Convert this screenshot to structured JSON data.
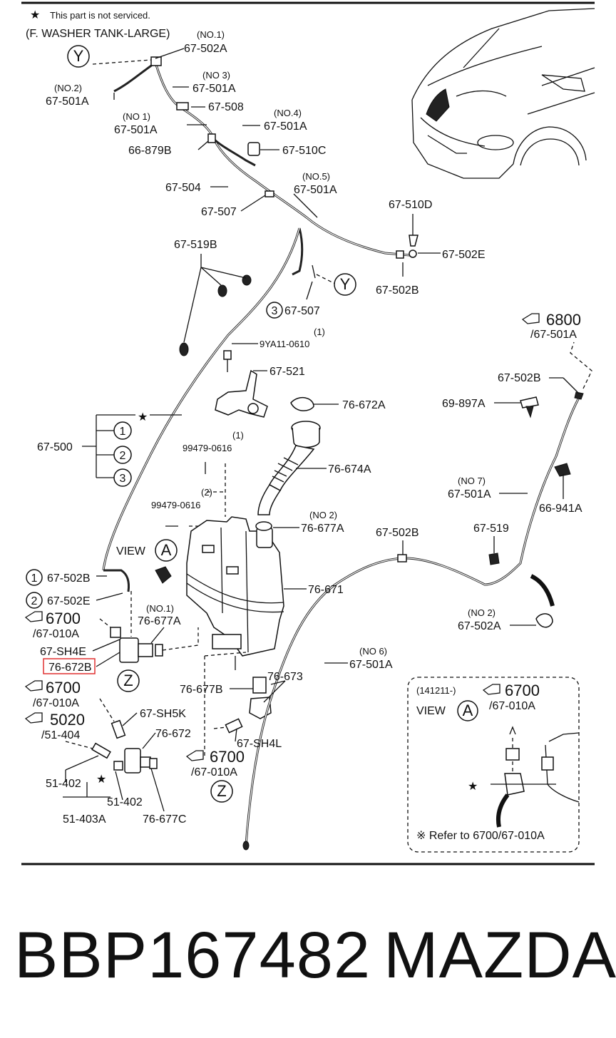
{
  "header": {
    "star_note": "This part is not serviced.",
    "tank_title": "(F. WASHER TANK-LARGE)"
  },
  "labels": {
    "no1_top": "(NO.1)",
    "p67_502A": "67-502A",
    "no2_left": "(NO.2)",
    "p67_501A_a": "67-501A",
    "no3": "(NO 3)",
    "p67_501A_b": "67-501A",
    "p67_508": "67-508",
    "no1_mid": "(NO 1)",
    "p67_501A_c": "67-501A",
    "no4": "(NO.4)",
    "p67_501A_d": "67-501A",
    "p66_879B": "66-879B",
    "p67_510C": "67-510C",
    "p67_504": "67-504",
    "no5": "(NO.5)",
    "p67_501A_e": "67-501A",
    "p67_507": "67-507",
    "p67_510D": "67-510D",
    "p67_502E": "67-502E",
    "p67_519B": "67-519B",
    "p67_502B_top": "67-502B",
    "p67_507_3": "67-507",
    "circle3": "3",
    "ref6800": "6800",
    "ref6800_sub": "/67-501A",
    "p9YA11_no": "(1)",
    "p9YA11": "9YA11-0610",
    "p67_521": "67-521",
    "p76_672A": "76-672A",
    "p67_502B_r": "67-502B",
    "p69_897A": "69-897A",
    "p67_500": "67-500",
    "c1": "1",
    "c2": "2",
    "c3": "3",
    "p99479_no1": "(1)",
    "p99479_a": "99479-0616",
    "p76_674A": "76-674A",
    "no7": "(NO 7)",
    "p67_501A_f": "67-501A",
    "p66_941A": "66-941A",
    "p99479_no2": "(2)",
    "p99479_b": "99479-0616",
    "no2_mid": "(NO 2)",
    "p76_677A_a": "76-677A",
    "p67_502B_mid": "67-502B",
    "p67_519": "67-519",
    "view": "VIEW",
    "viewA": "A",
    "cl1": "1",
    "p67_502B_c1": "67-502B",
    "p76_671": "76-671",
    "cl2": "2",
    "p67_502E_c2": "67-502E",
    "no1_tank": "(NO.1)",
    "p76_677A_b": "76-677A",
    "no2_right": "(NO 2)",
    "p67_502A_r": "67-502A",
    "ref6700_a": "6700",
    "ref6700_a_sub": "/67-010A",
    "p67_SH4E": "67-SH4E",
    "no6": "(NO 6)",
    "p67_501A_g": "67-501A",
    "p76_672B": "76-672B",
    "z1": "Z",
    "p76_673": "76-673",
    "p76_677B": "76-677B",
    "ref6700_b": "6700",
    "ref6700_b_sub": "/67-010A",
    "p67_SH5K": "67-SH5K",
    "ref5020": "5020",
    "ref5020_sub": "/51-404",
    "p76_672": "76-672",
    "p67_SH4L": "67-SH4L",
    "ref6700_c": "6700",
    "ref6700_c_sub": "/67-010A",
    "z2": "Z",
    "p51_402_a": "51-402",
    "p51_402_b": "51-402",
    "p51_403A": "51-403A",
    "p76_677C": "76-677C",
    "y1": "Y",
    "y2": "Y"
  },
  "inset": {
    "date": "(141211-)",
    "view": "VIEW",
    "view_letter": "A",
    "ref": "6700",
    "ref_sub": "/67-010A",
    "note": "※ Refer to  6700/67-010A"
  },
  "footer": {
    "part_number": "BBP167482",
    "brand": "MAZDA"
  },
  "colors": {
    "highlight_box": "#e03030",
    "ink": "#111111"
  }
}
